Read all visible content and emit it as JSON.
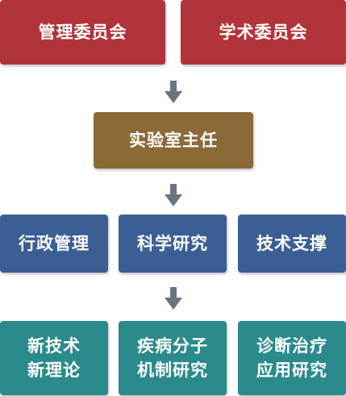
{
  "top_row": {
    "management_committee": "管理委员会",
    "academic_committee": "学术委员会"
  },
  "director": "实验室主任",
  "middle_row": {
    "administration": "行政管理",
    "scientific_research": "科学研究",
    "technical_support": "技术支撑"
  },
  "bottom_row": {
    "new_tech": [
      "新技术",
      "新理论"
    ],
    "disease_mechanism": [
      "疾病分子",
      "机制研究"
    ],
    "diagnosis_treatment": [
      "诊断治疗",
      "应用研究"
    ]
  },
  "colors": {
    "committee": "#b1343a",
    "director": "#8b6a38",
    "department": "#3b5f95",
    "research_area": "#2a8a8c",
    "arrow": "#6b7480"
  },
  "icons": {
    "arrow": "arrow-down-icon"
  }
}
